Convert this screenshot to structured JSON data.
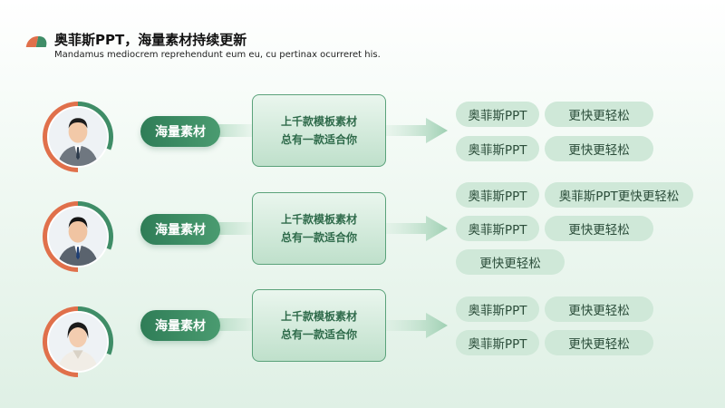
{
  "header": {
    "title": "奥菲斯PPT，海量素材持续更新",
    "subtitle": "Mandamus mediocrem reprehendunt eum eu, cu pertinax ocurreret his."
  },
  "rows": [
    {
      "pill": "海量素材",
      "card_line1": "上千款模板素材",
      "card_line2": "总有一款适合你",
      "chips": [
        "奥菲斯PPT",
        "更快更轻松",
        "奥菲斯PPT",
        "更快更轻松"
      ]
    },
    {
      "pill": "海量素材",
      "card_line1": "上千款模板素材",
      "card_line2": "总有一款适合你",
      "chips": [
        "奥菲斯PPT",
        "奥菲斯PPT更快更轻松",
        "奥菲斯PPT",
        "更快更轻松",
        "更快更轻松"
      ]
    },
    {
      "pill": "海量素材",
      "card_line1": "上千款模板素材",
      "card_line2": "总有一款适合你",
      "chips": [
        "奥菲斯PPT",
        "更快更轻松",
        "奥菲斯PPT",
        "更快更轻松"
      ]
    }
  ],
  "icons": {
    "logo": "brand-logo-icon",
    "arrow": "arrow-right-icon",
    "avatar": "person-avatar-icon"
  },
  "colors": {
    "accent_green": "#3f8d67",
    "accent_orange": "#e0704b",
    "chip_bg": "#cfe8d8",
    "card_border": "#5aa27a"
  }
}
